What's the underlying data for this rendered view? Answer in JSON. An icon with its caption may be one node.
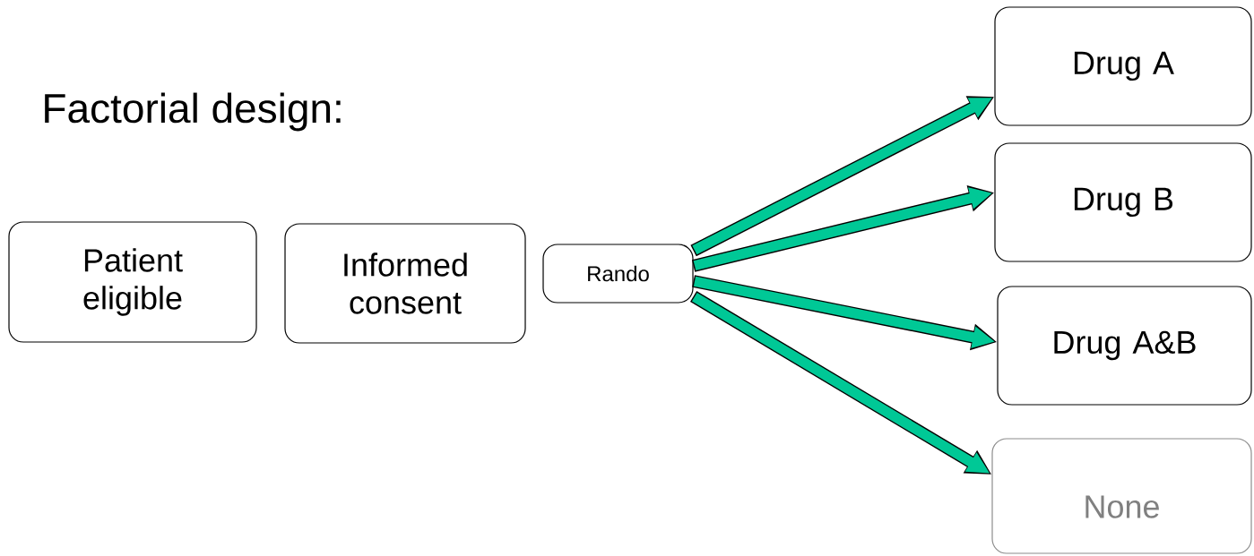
{
  "diagram": {
    "title": "Factorial design:",
    "nodes": [
      {
        "text": [
          "Patient eligible"
        ]
      },
      {
        "text": [
          "Informed consent"
        ]
      },
      {
        "text": [
          "Rando"
        ]
      },
      {
        "text": [
          "Drug A"
        ]
      },
      {
        "text": [
          "Drug B"
        ]
      },
      {
        "text": [
          "Drug A&B"
        ]
      },
      {
        "text": [
          "None"
        ]
      }
    ],
    "edges": [
      {
        "from": 2,
        "to": 3,
        "arrow": "to"
      },
      {
        "from": 2,
        "to": 4,
        "arrow": "to"
      },
      {
        "from": 2,
        "to": 5,
        "arrow": "to"
      },
      {
        "from": 2,
        "to": 6,
        "arrow": "to"
      }
    ]
  }
}
